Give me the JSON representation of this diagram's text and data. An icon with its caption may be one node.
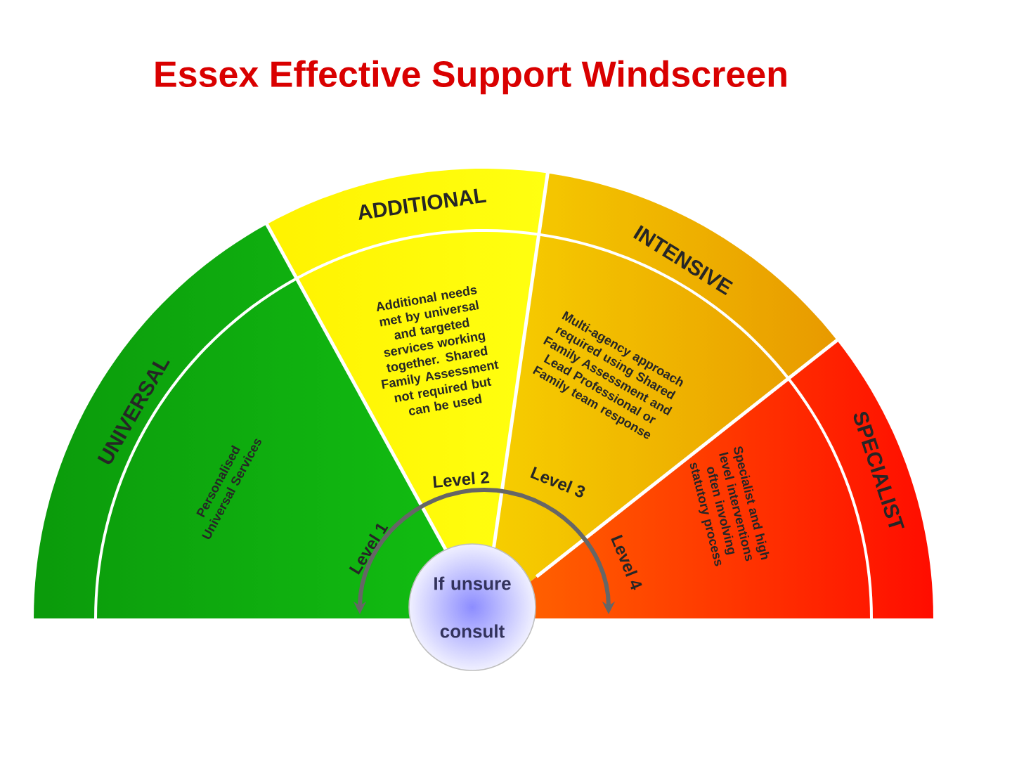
{
  "diagram": {
    "title": "Essex Effective Support Windscreen",
    "nodes": [
      {
        "text": [
          "UNIVERSAL",
          "Personalised Universal Services",
          "Level 1"
        ]
      },
      {
        "text": [
          "ADDITIONAL",
          "Additional needs met by universal and targeted services working together. Shared Family Assessment not required but can be used",
          "Level 2"
        ]
      },
      {
        "text": [
          "INTENSIVE",
          "Multi-agency approach required using Shared Family Assessment and Lead Professional or Family team response",
          "Level 3"
        ]
      },
      {
        "text": [
          "SPECIALIST",
          "Specialist and high level interventions often involving statutory process",
          "Level 4"
        ]
      },
      {
        "text": [
          "If unsure consult"
        ]
      }
    ],
    "edges": [
      {
        "from": 0,
        "to": 3,
        "arrow": "both"
      }
    ]
  }
}
